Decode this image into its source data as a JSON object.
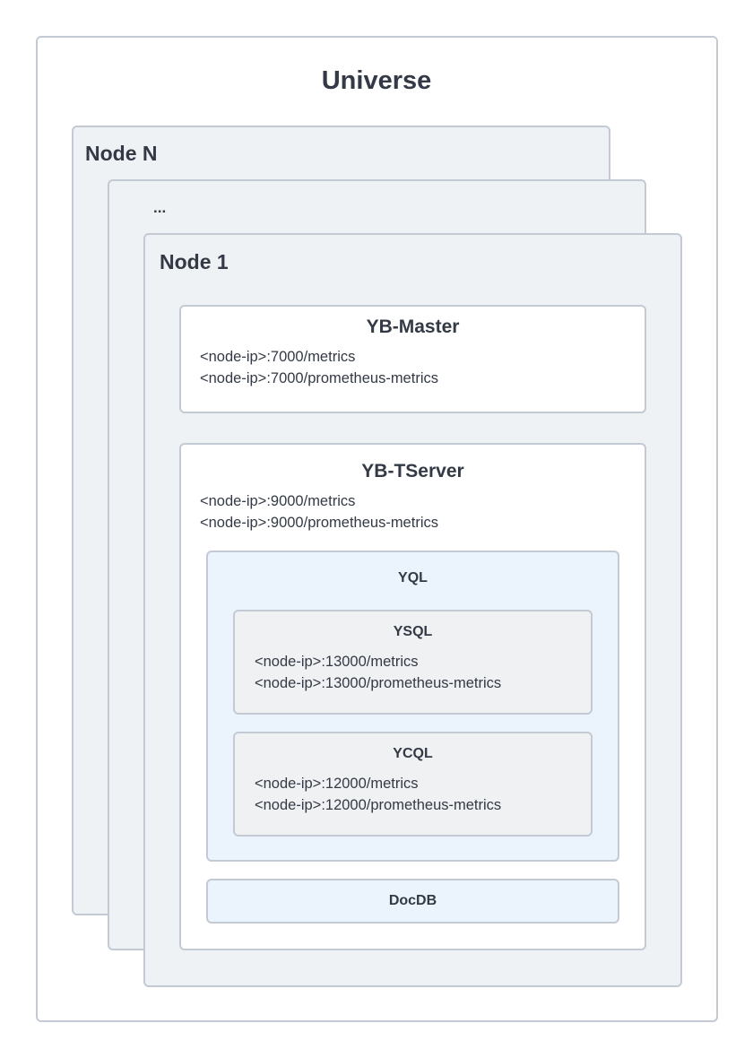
{
  "universe": {
    "title": "Universe"
  },
  "nodes": {
    "back_title": "Node N",
    "middle_title": "...",
    "front_title": "Node 1"
  },
  "yb_master": {
    "title": "YB-Master",
    "endpoints": [
      "<node-ip>:7000/metrics",
      "<node-ip>:7000/prometheus-metrics"
    ]
  },
  "yb_tserver": {
    "title": "YB-TServer",
    "endpoints": [
      "<node-ip>:9000/metrics",
      "<node-ip>:9000/prometheus-metrics"
    ],
    "yql": {
      "title": "YQL",
      "ysql": {
        "title": "YSQL",
        "endpoints": [
          "<node-ip>:13000/metrics",
          "<node-ip>:13000/prometheus-metrics"
        ]
      },
      "ycql": {
        "title": "YCQL",
        "endpoints": [
          "<node-ip>:12000/metrics",
          "<node-ip>:12000/prometheus-metrics"
        ]
      }
    },
    "docdb": {
      "title": "DocDB"
    }
  }
}
